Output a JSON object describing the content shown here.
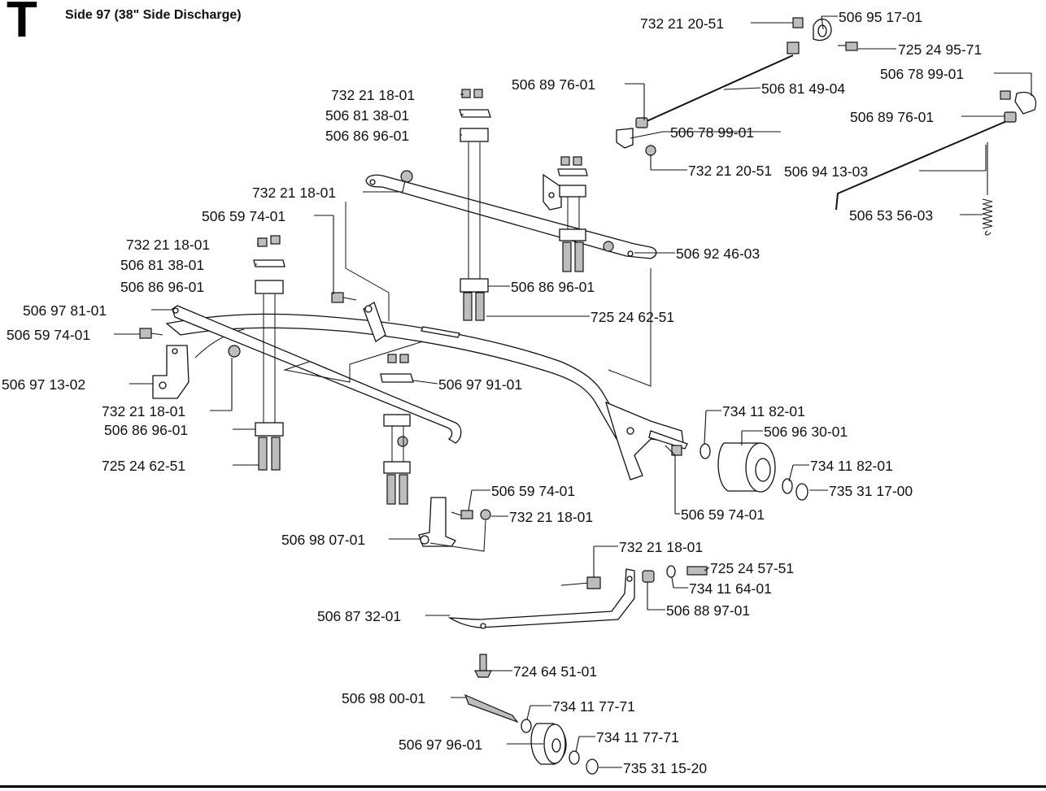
{
  "header": {
    "section_letter": "T",
    "title": "Side 97 (38\" Side Discharge)"
  },
  "labels": [
    "732 21 20-51",
    "506 95 17-01",
    "725 24 95-71",
    "506 78 99-01",
    "506 89 76-01",
    "506 81 49-04",
    "506 89 76-01",
    "506 78 99-01",
    "506 94 13-03",
    "732 21 20-51",
    "506 53 56-03",
    "732 21 18-01",
    "506 81 38-01",
    "506 86 96-01",
    "732 21 18-01",
    "506 59 74-01",
    "732 21 18-01",
    "506 81 38-01",
    "506 86 96-01",
    "506 92 46-03",
    "506 86 96-01",
    "725 24 62-51",
    "506 97 81-01",
    "506 59 74-01",
    "506 97 13-02",
    "506 97 91-01",
    "732 21 18-01",
    "506 86 96-01",
    "725 24 62-51",
    "734 11 82-01",
    "506 96 30-01",
    "734 11 82-01",
    "735 31 17-00",
    "506 59 74-01",
    "506 59 74-01",
    "732 21 18-01",
    "506 98 07-01",
    "732 21 18-01",
    "725 24 57-51",
    "734 11 64-01",
    "506 88 97-01",
    "506 87 32-01",
    "724 64 51-01",
    "506 98 00-01",
    "734 11 77-71",
    "734 11 77-71",
    "506 97 96-01",
    "735 31 15-20"
  ]
}
